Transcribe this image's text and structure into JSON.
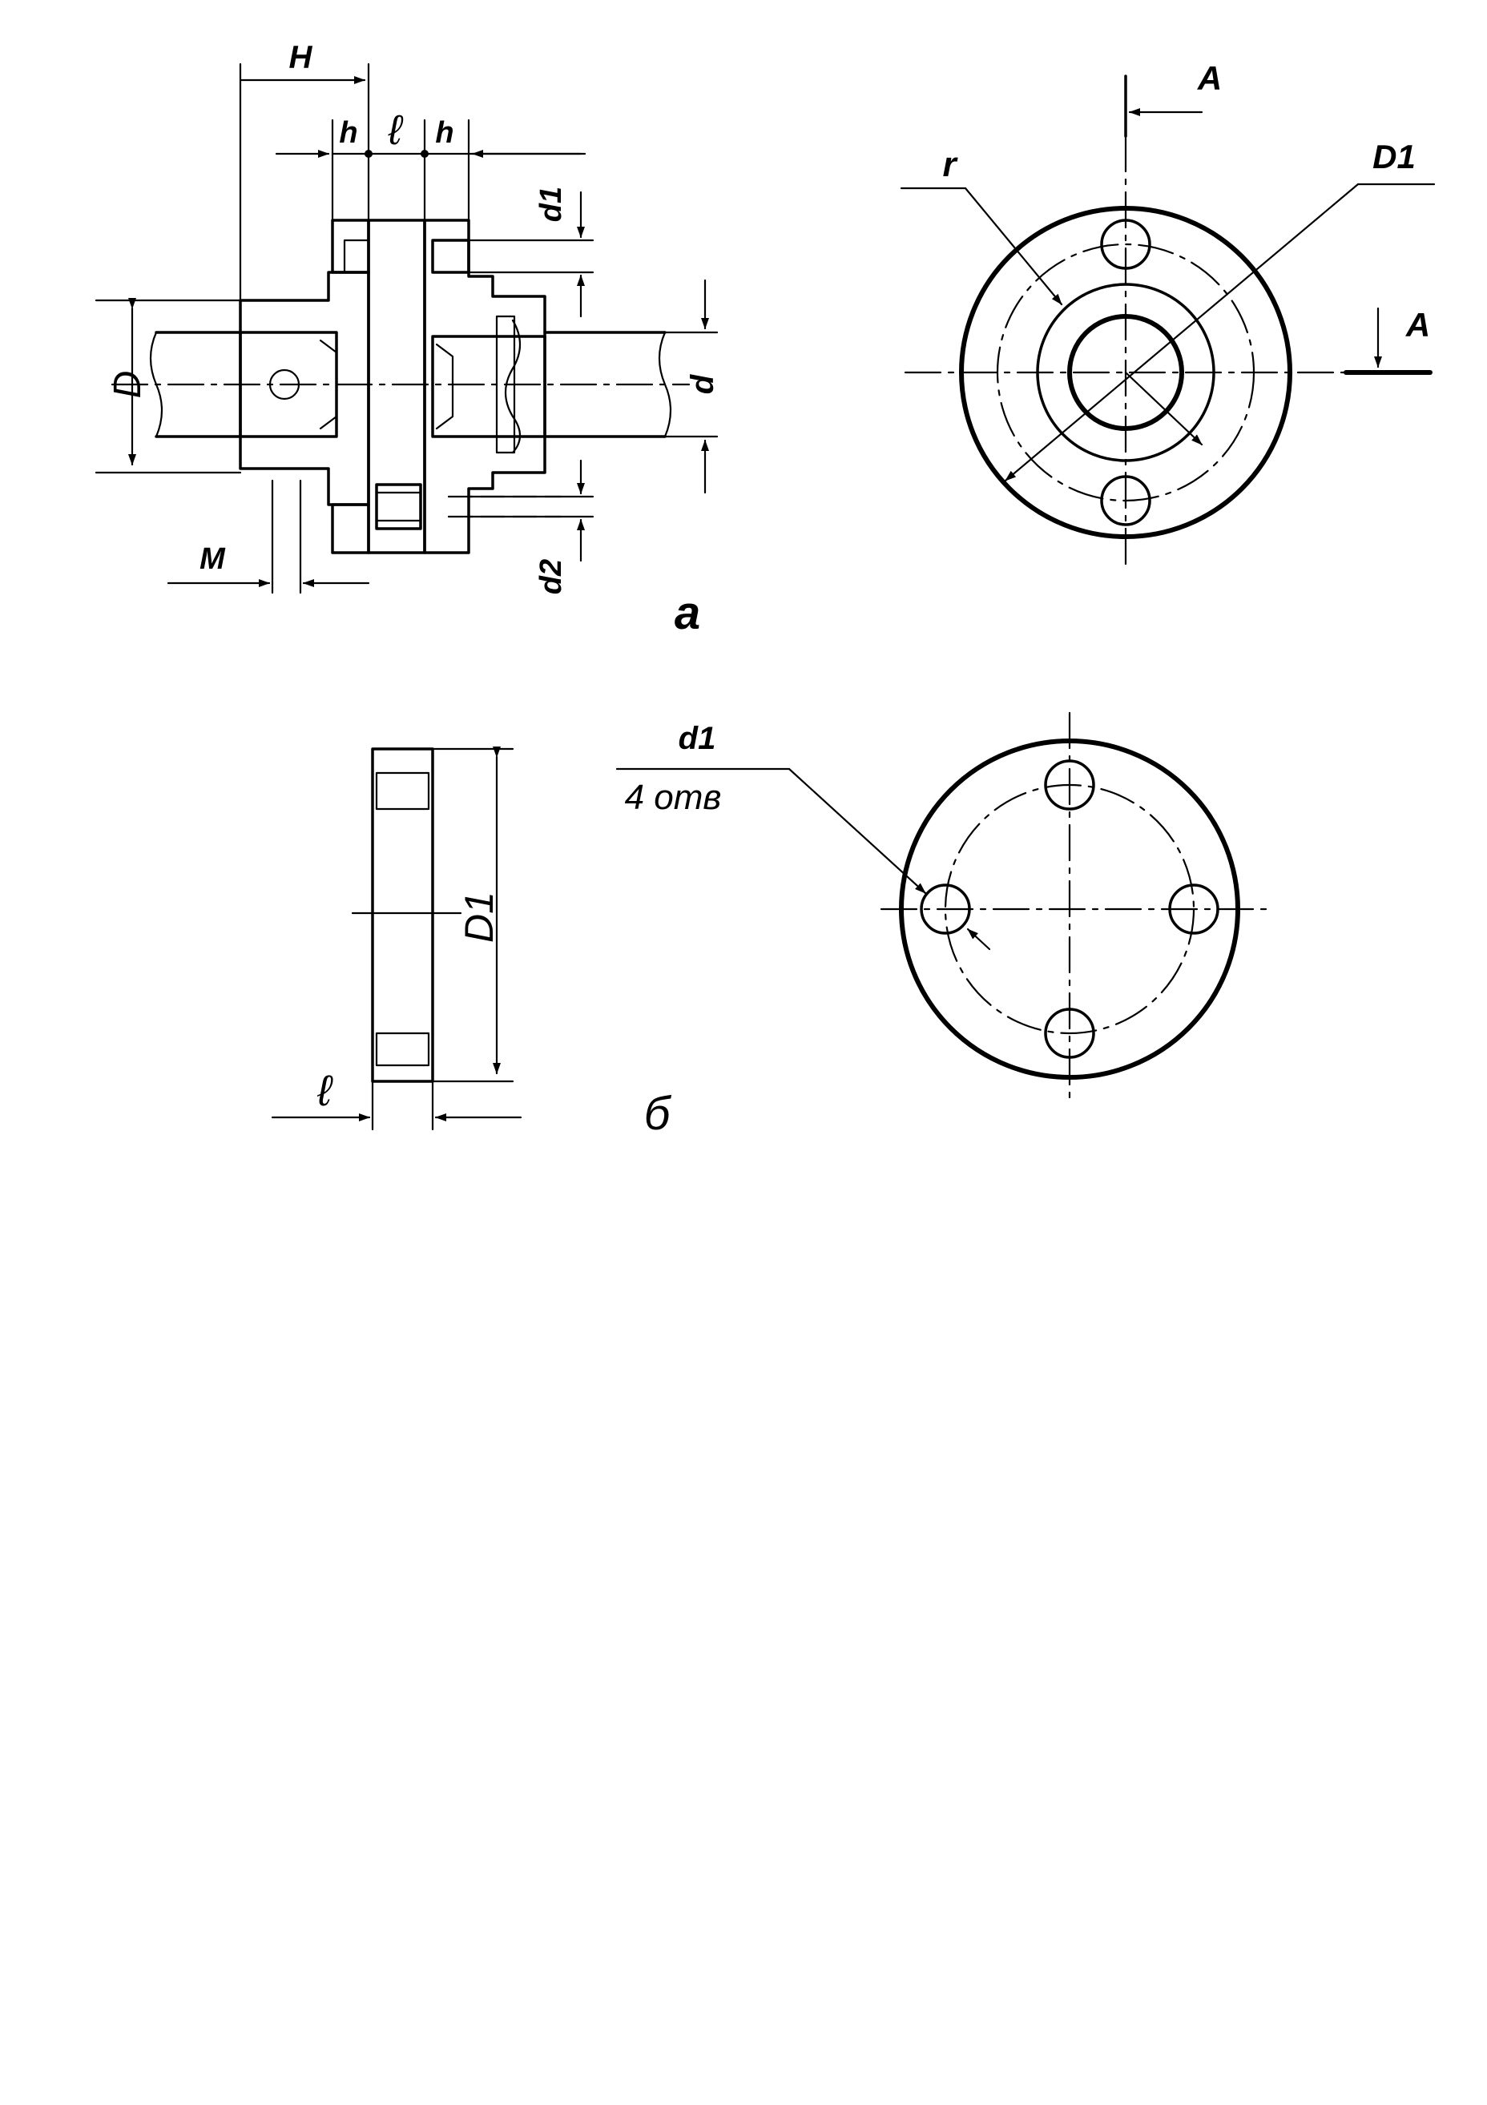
{
  "colors": {
    "ink": "#000000",
    "paper": "#ffffff"
  },
  "view_a": {
    "caption": "а",
    "dims": {
      "H": "H",
      "h_left": "h",
      "l": "ℓ",
      "h_right": "h",
      "d1": "d1",
      "D": "D",
      "d": "d",
      "M": "M",
      "d2": "d2"
    },
    "end_view": {
      "section_label_top": "A",
      "section_label_right": "A",
      "r": "r",
      "D1": "D1"
    }
  },
  "view_b": {
    "caption": "б",
    "dims": {
      "D1": "D1",
      "l": "ℓ"
    },
    "hole_callout": {
      "diameter": "d1",
      "count": "4 отв"
    }
  }
}
